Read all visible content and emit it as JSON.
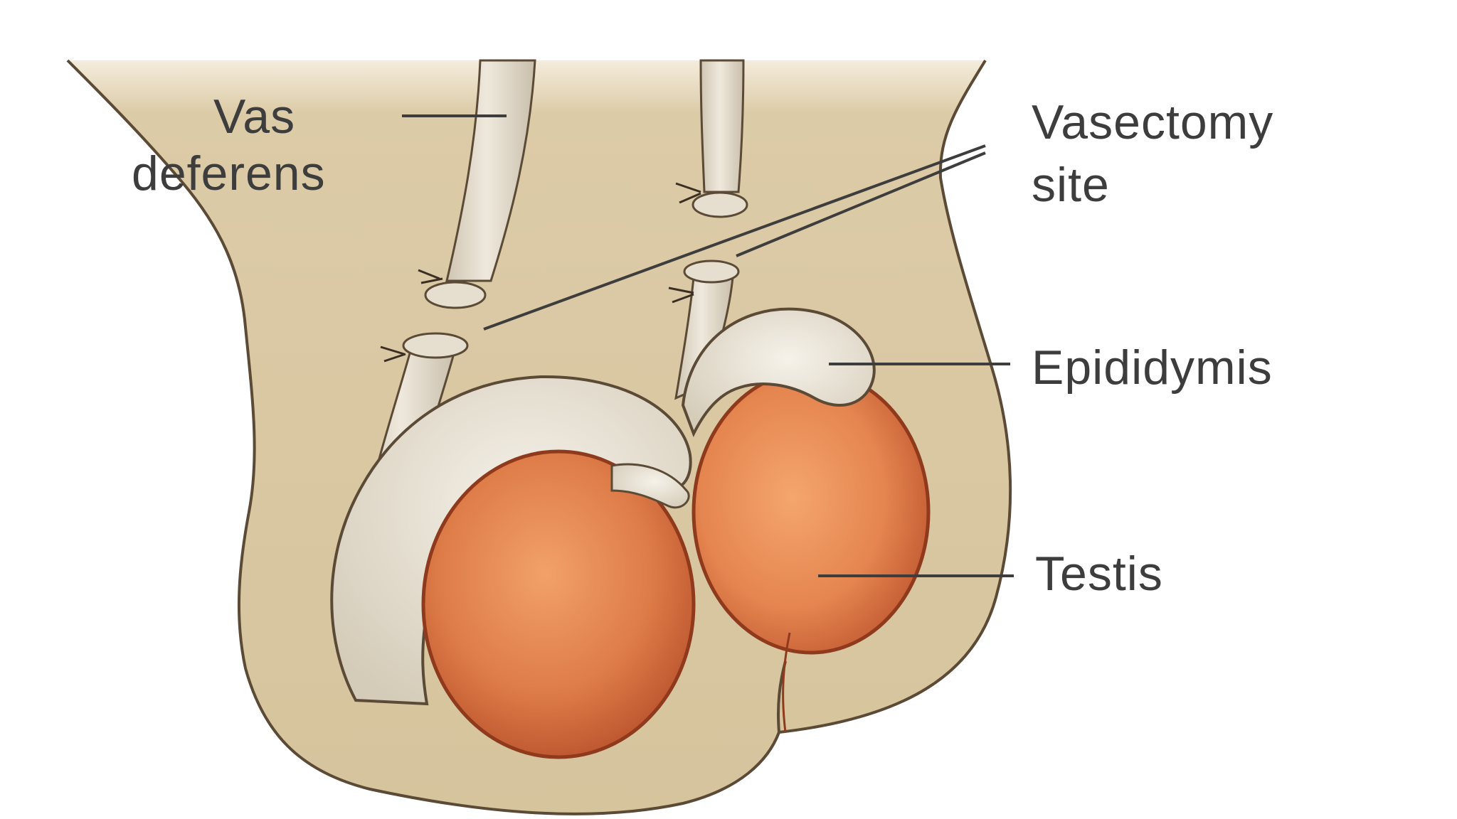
{
  "labels": {
    "vas": "Vas",
    "deferens": "deferens",
    "vasectomy": "Vasectomy",
    "site": "site",
    "epididymis": "Epididymis",
    "testis": "Testis"
  },
  "colors": {
    "skin": "#d9c8a2",
    "outline": "#5a4a36",
    "duct": "#e4dccb",
    "epididymis": "#ece6d9",
    "testis": "#e58a55",
    "testis_dark": "#b74d2a",
    "label_text": "#3d3d3d",
    "leader_line": "#3d3d3d"
  }
}
